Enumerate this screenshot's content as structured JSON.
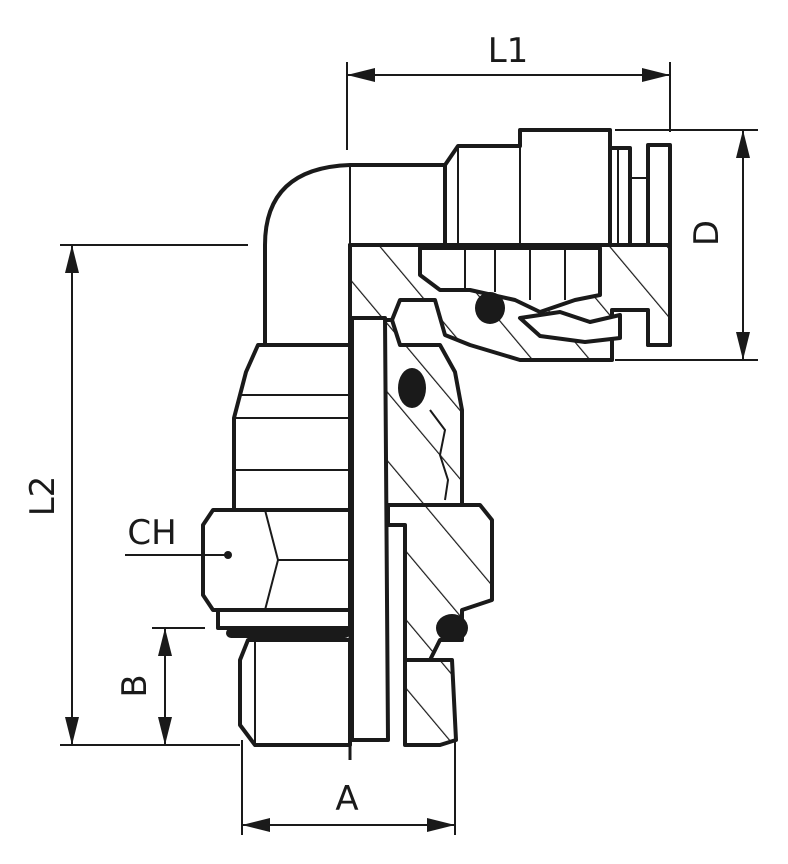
{
  "labels": {
    "L1": "L1",
    "L2": "L2",
    "D": "D",
    "CH": "CH",
    "B": "B",
    "A": "A"
  },
  "colors": {
    "line": "#1a1a1a",
    "background": "#ffffff"
  }
}
